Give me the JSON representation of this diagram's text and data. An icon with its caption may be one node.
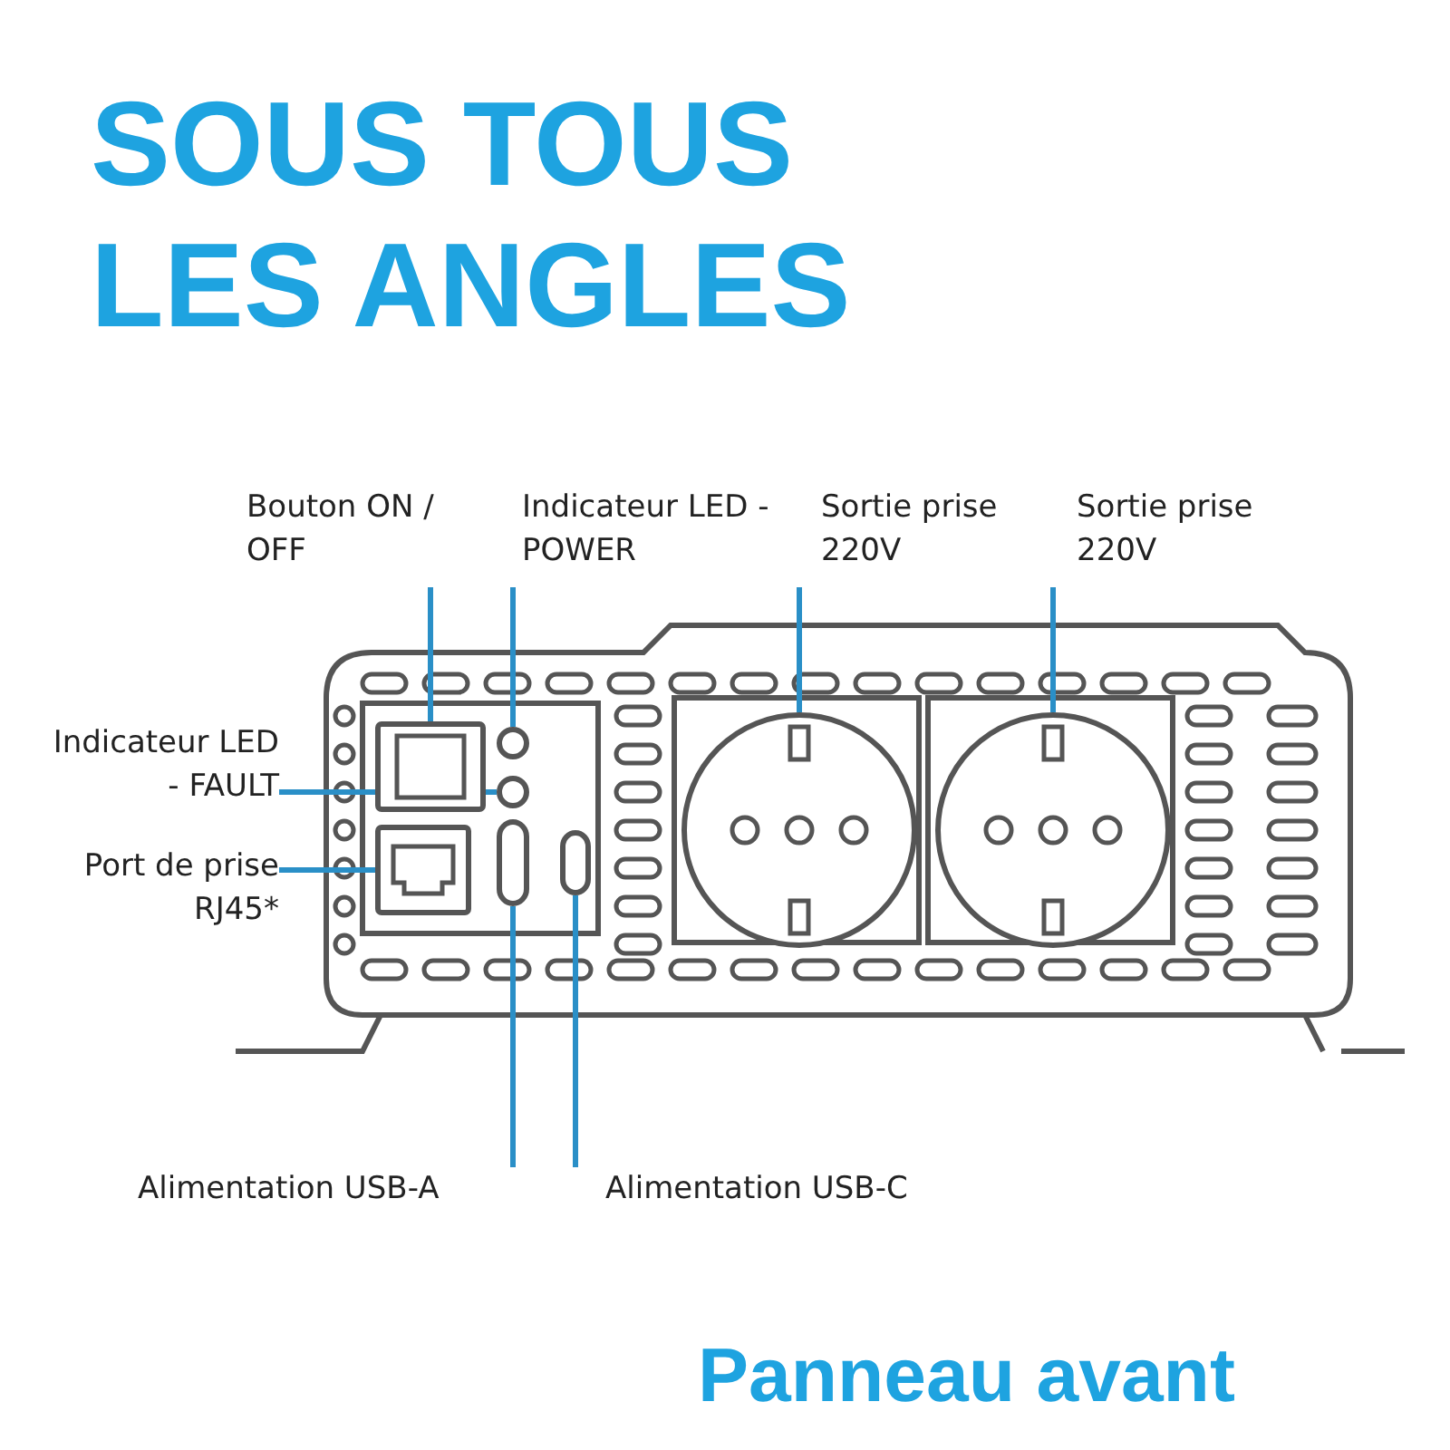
{
  "diagram": {
    "title": "SOUS TOUS LES ANGLES",
    "caption": "Panneau avant",
    "nodes": [
      {
        "text": [
          "Bouton ON / OFF"
        ]
      },
      {
        "text": [
          "Indicateur LED - POWER"
        ]
      },
      {
        "text": [
          "Sortie prise 220V"
        ]
      },
      {
        "text": [
          "Sortie prise 220V"
        ]
      },
      {
        "text": [
          "Indicateur LED - FAULT"
        ]
      },
      {
        "text": [
          "Port de prise RJ45*"
        ]
      },
      {
        "text": [
          "Alimentation USB-A"
        ]
      },
      {
        "text": [
          "Alimentation USB-C"
        ]
      },
      {
        "text": [],
        "shape": "box"
      },
      {
        "text": [],
        "shape": "circle"
      },
      {
        "text": [],
        "shape": "circle"
      },
      {
        "text": [],
        "shape": "circle"
      },
      {
        "text": [],
        "shape": "circle"
      },
      {
        "text": [],
        "shape": "box"
      },
      {
        "text": [],
        "shape": "box"
      },
      {
        "text": [],
        "shape": "box"
      }
    ],
    "edges": [
      {
        "from": 0,
        "to": 8,
        "arrow": "none"
      },
      {
        "from": 1,
        "to": 9,
        "arrow": "none"
      },
      {
        "from": 2,
        "to": 10,
        "arrow": "none"
      },
      {
        "from": 3,
        "to": 11,
        "arrow": "none"
      },
      {
        "from": 4,
        "to": 12,
        "arrow": "none"
      },
      {
        "from": 5,
        "to": 13,
        "arrow": "none"
      },
      {
        "from": 6,
        "to": 14,
        "arrow": "none"
      },
      {
        "from": 7,
        "to": 15,
        "arrow": "none"
      }
    ]
  }
}
